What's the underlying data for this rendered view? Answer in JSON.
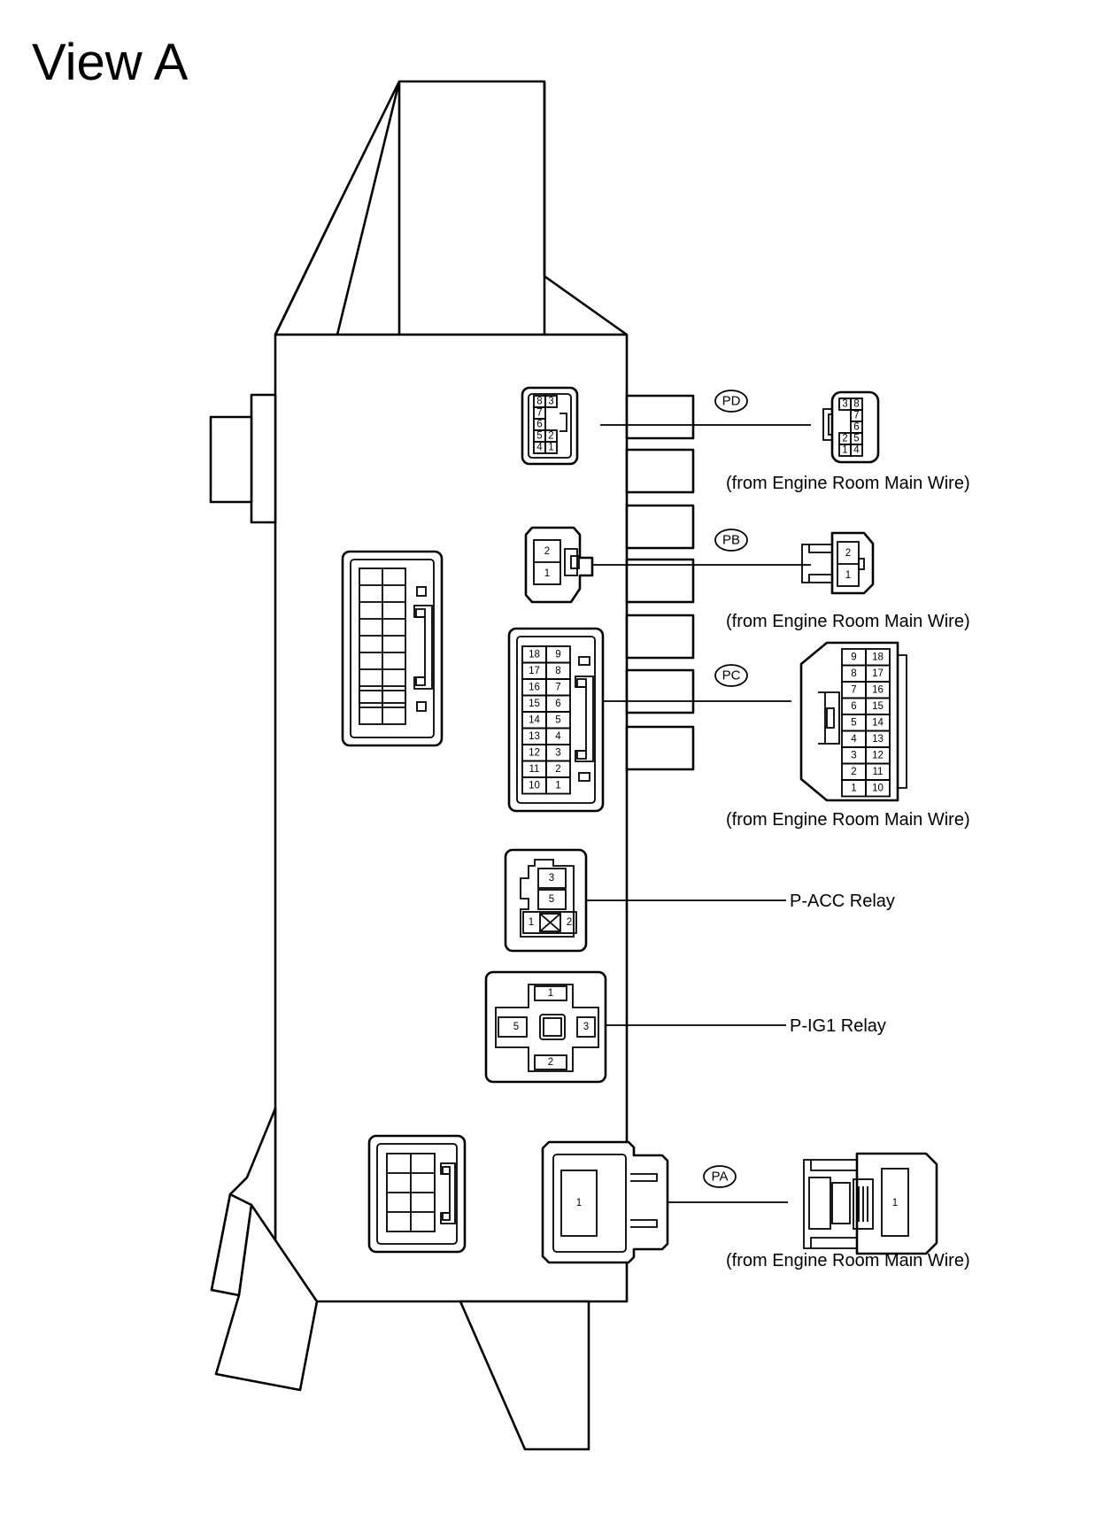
{
  "title": "View A",
  "connectors": {
    "PD": {
      "tag": "PD",
      "source": "(from Engine Room Main Wire)",
      "pins_box": [
        [
          "8",
          "3"
        ],
        [
          "7",
          ""
        ],
        [
          "6",
          ""
        ],
        [
          "5",
          "2"
        ],
        [
          "4",
          "1"
        ]
      ],
      "pins_plug": [
        [
          "3",
          "8"
        ],
        [
          "",
          "7"
        ],
        [
          "",
          "6"
        ],
        [
          "2",
          "5"
        ],
        [
          "1",
          "4"
        ]
      ]
    },
    "PB": {
      "tag": "PB",
      "source": "(from Engine Room Main Wire)",
      "pins": [
        "2",
        "1"
      ]
    },
    "PC": {
      "tag": "PC",
      "source": "(from Engine Room Main Wire)",
      "pins_box": [
        [
          "18",
          "9"
        ],
        [
          "17",
          "8"
        ],
        [
          "16",
          "7"
        ],
        [
          "15",
          "6"
        ],
        [
          "14",
          "5"
        ],
        [
          "13",
          "4"
        ],
        [
          "12",
          "3"
        ],
        [
          "11",
          "2"
        ],
        [
          "10",
          "1"
        ]
      ],
      "pins_plug": [
        [
          "9",
          "18"
        ],
        [
          "8",
          "17"
        ],
        [
          "7",
          "16"
        ],
        [
          "6",
          "15"
        ],
        [
          "5",
          "14"
        ],
        [
          "4",
          "13"
        ],
        [
          "3",
          "12"
        ],
        [
          "2",
          "11"
        ],
        [
          "1",
          "10"
        ]
      ]
    },
    "PA": {
      "tag": "PA",
      "source": "(from Engine Room Main Wire)",
      "pins": [
        "1"
      ]
    }
  },
  "relays": {
    "p_acc": {
      "label": "P-ACC Relay",
      "pins": {
        "top": "3",
        "mid": "5",
        "left": "1",
        "right": "2"
      }
    },
    "p_ig1": {
      "label": "P-IG1 Relay",
      "pins": {
        "top": "1",
        "left": "5",
        "right": "3",
        "bottom": "2"
      }
    }
  }
}
